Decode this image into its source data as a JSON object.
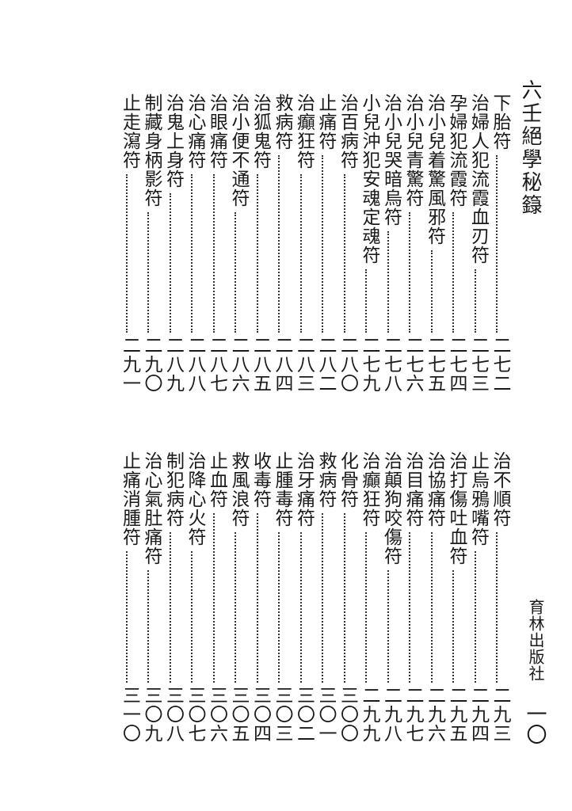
{
  "page": {
    "title": "六壬絕學秘籙",
    "publisher": "育林出版社",
    "folio": "一〇"
  },
  "blocks": [
    {
      "entries": [
        {
          "title": "下胎符",
          "page": "二七二"
        },
        {
          "title": "治婦人犯流霞血刃符",
          "page": "二七三"
        },
        {
          "title": "孕婦犯流霞符",
          "page": "二七四"
        },
        {
          "title": "治小兒着驚風邪符",
          "page": "二七五"
        },
        {
          "title": "治小兒青驚符",
          "page": "二七六"
        },
        {
          "title": "治小兒哭暗烏符",
          "page": "二七八"
        },
        {
          "title": "小兒沖犯安魂定魂符",
          "page": "二七九"
        },
        {
          "title": "治百病符",
          "page": "二八〇"
        },
        {
          "title": "止痛符",
          "page": "二八二"
        },
        {
          "title": "治癲狂符",
          "page": "二八三"
        },
        {
          "title": "救病符",
          "page": "二八四"
        },
        {
          "title": "治狐鬼符",
          "page": "二八五"
        },
        {
          "title": "治小便不通符",
          "page": "二八六"
        },
        {
          "title": "治眼痛符",
          "page": "二八七"
        },
        {
          "title": "治心痛符",
          "page": "二八八"
        },
        {
          "title": "治鬼上身符",
          "page": "二八九"
        },
        {
          "title": "制藏身柄影符",
          "page": "二九〇"
        },
        {
          "title": "止走瀉符",
          "page": "二九一"
        }
      ]
    },
    {
      "entries": [
        {
          "title": "治不順符",
          "page": "二九三"
        },
        {
          "title": "止烏鴉嘴符",
          "page": "二九四"
        },
        {
          "title": "治打傷吐血符",
          "page": "二九五"
        },
        {
          "title": "治協痛符",
          "page": "二九六"
        },
        {
          "title": "治目痛符",
          "page": "二九七"
        },
        {
          "title": "治顛狗咬傷符",
          "page": "二九八"
        },
        {
          "title": "治癲狂符",
          "page": "二九九"
        },
        {
          "title": "化骨符",
          "page": "三〇〇"
        },
        {
          "title": "救病符",
          "page": "三〇一"
        },
        {
          "title": "治牙痛符",
          "page": "三〇二"
        },
        {
          "title": "止腫毒符",
          "page": "三〇三"
        },
        {
          "title": "收毒符",
          "page": "三〇四"
        },
        {
          "title": "救風浪符",
          "page": "三〇五"
        },
        {
          "title": "止血符",
          "page": "三〇六"
        },
        {
          "title": "治降心火符",
          "page": "三〇七"
        },
        {
          "title": "制犯病符",
          "page": "三〇八"
        },
        {
          "title": "治心氣肚痛符",
          "page": "三〇九"
        },
        {
          "title": "止痛消腫符",
          "page": "三一〇"
        }
      ]
    }
  ]
}
